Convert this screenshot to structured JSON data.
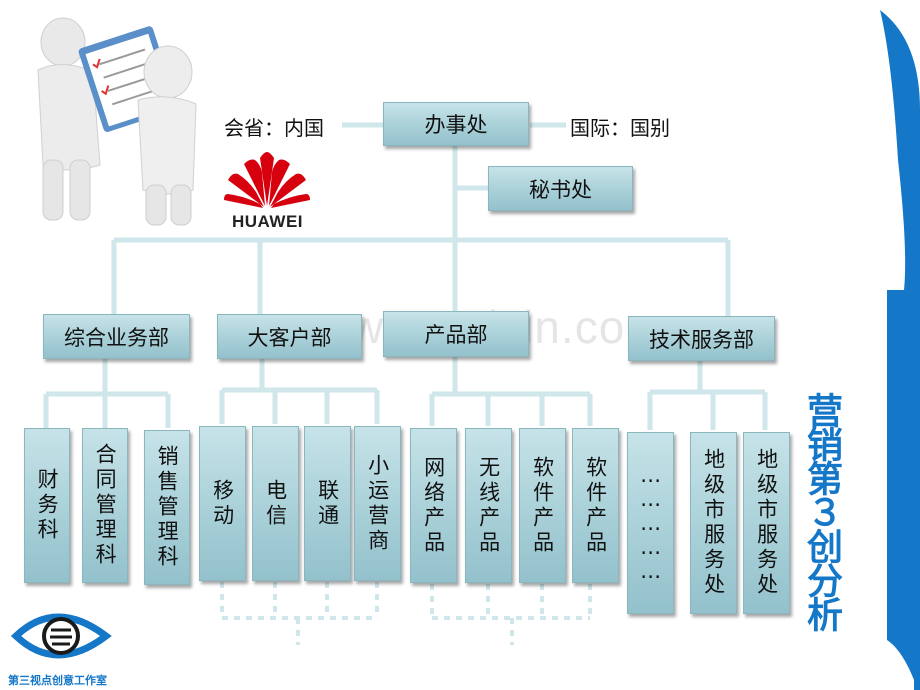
{
  "top": {
    "left_label": "会省：内国",
    "center": "办事处",
    "right_label": "国际：国别"
  },
  "secretary": "秘书处",
  "departments": [
    {
      "name": "综合业务部",
      "units": [
        "财务科",
        "合同管理科",
        "销售管理科"
      ]
    },
    {
      "name": "大客户部",
      "units": [
        "移动",
        "电信",
        "联通",
        "小运营商"
      ]
    },
    {
      "name": "产品部",
      "units": [
        "网络产品",
        "无线产品",
        "软件产品",
        "软件产品"
      ]
    },
    {
      "name": "技术服务部",
      "units": [
        "……………",
        "地级市服务处",
        "地级市服务处"
      ]
    }
  ],
  "brand": {
    "huawei_text": "HUAWEI",
    "huawei_color": "#d7000f"
  },
  "side_title": "营销第３创分析",
  "footer_logo_text": "第三视点创意工作室",
  "watermark": "www.zixin.com.cn",
  "colors": {
    "box": "#a9d0d8",
    "line": "#c8e2e7",
    "side_band": "#1577c7"
  }
}
